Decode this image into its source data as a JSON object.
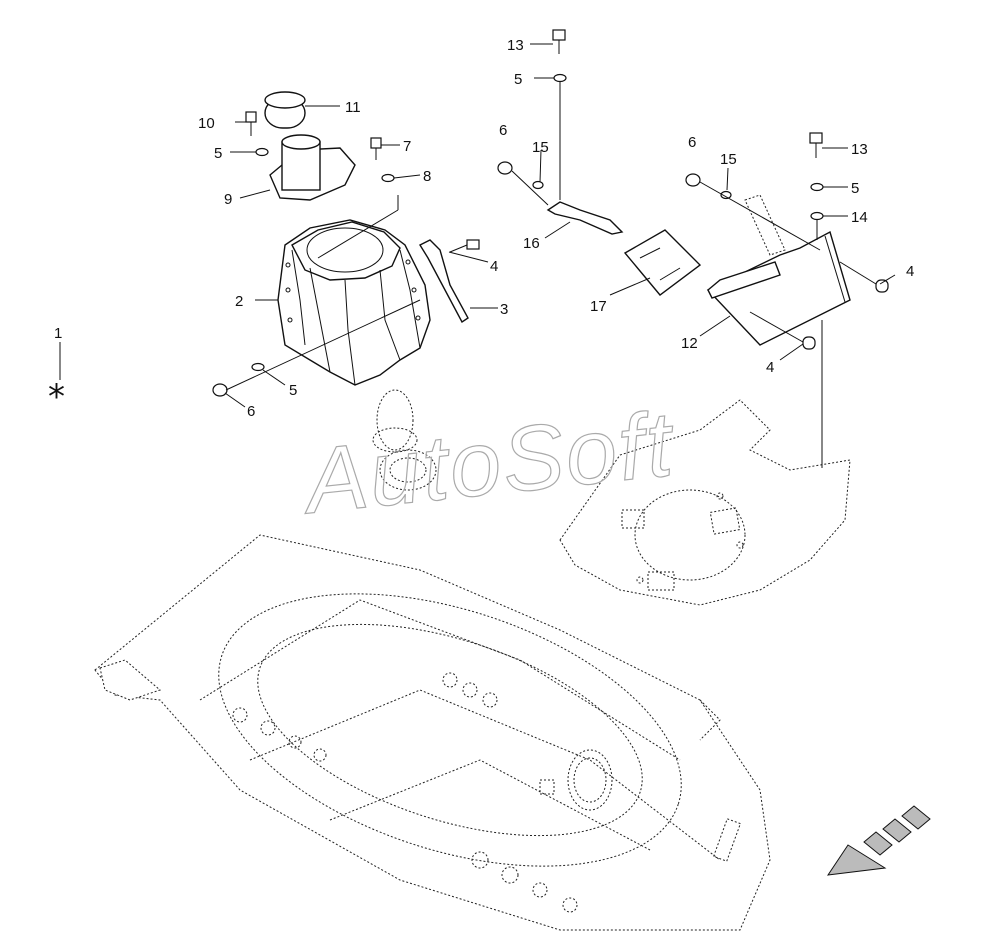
{
  "watermark": "AutoSoft",
  "assembly_marker": "*",
  "callouts": {
    "c1": "1",
    "c2": "2",
    "c3": "3",
    "c4a": "4",
    "c4b": "4",
    "c4c": "4",
    "c5a": "5",
    "c5b": "5",
    "c5c": "5",
    "c5d": "5",
    "c6a": "6",
    "c6b": "6",
    "c6c": "6",
    "c7": "7",
    "c8": "8",
    "c9": "9",
    "c10": "10",
    "c11": "11",
    "c12": "12",
    "c13a": "13",
    "c13b": "13",
    "c14": "14",
    "c15a": "15",
    "c15b": "15",
    "c16": "16",
    "c17": "17"
  },
  "colors": {
    "line": "#111111",
    "watermark": "#aaaaaa",
    "arrow": "#bbbbbb"
  }
}
